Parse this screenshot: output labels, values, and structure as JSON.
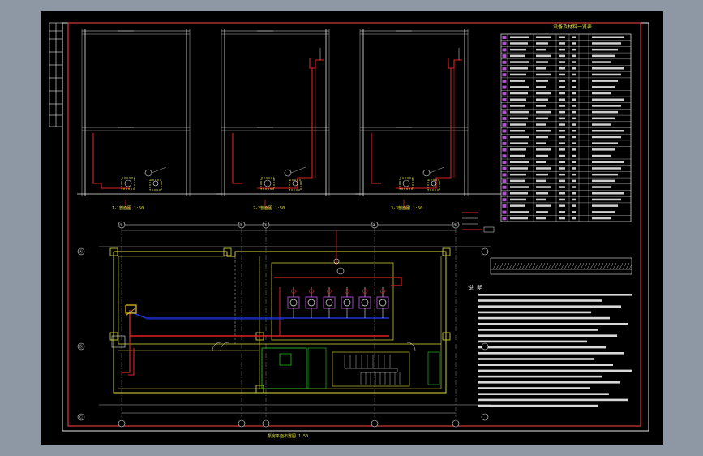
{
  "drawing": {
    "sections": [
      {
        "label": "1-1剖面图 1:50"
      },
      {
        "label": "2-2剖面图 1:50"
      },
      {
        "label": "3-3剖面图 1:50"
      }
    ],
    "plan_title": "泵房平面布置图 1:50",
    "table_title": "设备及材料一览表",
    "table_rows": 30,
    "notes_title": "说 明",
    "notes_lines": 20,
    "grid_axes_top": [
      "①",
      "②",
      "③",
      "④",
      "⑤"
    ],
    "grid_axes_side": [
      "Ⓐ",
      "Ⓑ",
      "Ⓒ"
    ],
    "pumps": 6,
    "colors": {
      "frame": "#d83a3a",
      "wall": "#e0e040",
      "pipe_red": "#e02020",
      "pipe_blue": "#2030e0",
      "line_white": "#e8e8e8",
      "purple": "#b050d0",
      "green": "#30d030",
      "yellow_pipe": "#e8c020"
    }
  }
}
